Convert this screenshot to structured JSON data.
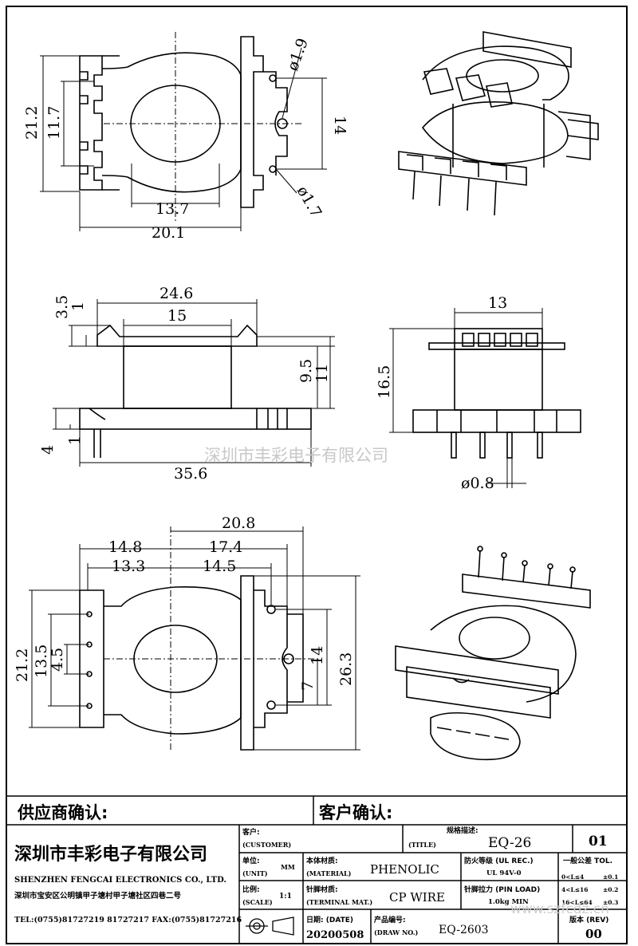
{
  "top_view": {
    "dims": [
      "21.2",
      "11.7",
      "13.7",
      "20.1",
      "14",
      "ø1.9",
      "ø1.7"
    ]
  },
  "side_view": {
    "dims": [
      "24.6",
      "15",
      "3.5",
      "1",
      "9.5",
      "11",
      "4",
      "1",
      "35.6"
    ]
  },
  "front_view": {
    "dims": [
      "13",
      "16.5",
      "ø0.8"
    ]
  },
  "bottom_view": {
    "dims": [
      "20.8",
      "14.8",
      "17.4",
      "13.3",
      "14.5",
      "21.2",
      "13.5",
      "4.5",
      "14",
      "26.3",
      "7"
    ]
  },
  "watermark": "深圳市丰彩电子有限公司",
  "title_block": {
    "supplier_confirm": "供应商确认:",
    "customer_confirm": "客户确认:",
    "company_cn": "深圳市丰彩电子有限公司",
    "company_en": "SHENZHEN FENGCAI ELECTRONICS CO., LTD.",
    "address": "深圳市宝安区公明镇甲子塘村甲子塘社区四巷二号",
    "phone_fax": "TEL:(0755)81727219  81727217   FAX:(0755)81727216",
    "customer_label": "客户:",
    "customer_label_en": "(CUSTOMER)",
    "spec_label": "规格描述:",
    "title_label_en": "(TITLE)",
    "title_value": "EQ-26",
    "sheet": "01",
    "unit_label": "单位:",
    "unit_label_en": "(UNIT)",
    "unit_value": "MM",
    "material_label": "本体材质:",
    "material_label_en": "(MATERIAL)",
    "material_value": "PHENOLIC",
    "flame_label": "防火等级 (UL REC.)",
    "flame_value": "UL 94V-0",
    "tol_label": "一般公差 TOL.",
    "tol_rows": [
      {
        "range": "0<L≤4",
        "value": "±0.1"
      },
      {
        "range": "4<L≤16",
        "value": "±0.2"
      },
      {
        "range": "16<L≤64",
        "value": "±0.3"
      }
    ],
    "scale_label": "比例:",
    "scale_label_en": "(SCALE)",
    "scale_value": "1:1",
    "terminal_label": "针脚材质:",
    "terminal_label_en": "(TERMINAL MAT.)",
    "terminal_value": "CP WIRE",
    "pin_load_label": "针脚拉力 (PIN LOAD)",
    "pin_load_value": "1.0kg MIN",
    "date_label": "日期: (DATE)",
    "date_value": "20200508",
    "drawno_label": "产品编号:",
    "drawno_label_en": "(DRAW NO.)",
    "drawno_value": "EQ-2603",
    "rev_label": "版本 (REV)",
    "rev_value": "00",
    "site_watermark": "www.szfcdz.cn"
  }
}
